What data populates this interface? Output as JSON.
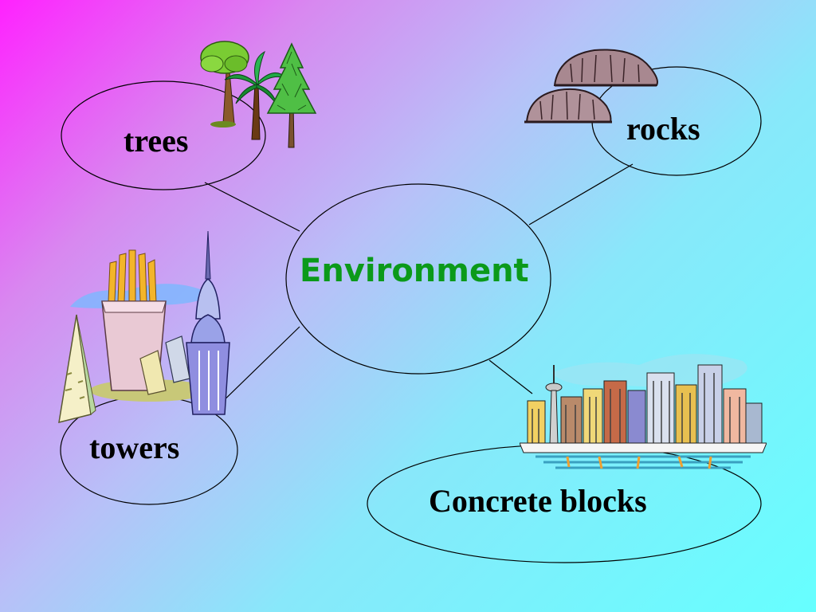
{
  "diagram": {
    "center": {
      "label": "Environment"
    },
    "nodes": [
      {
        "id": "trees",
        "label": "trees",
        "icon": "trees-clipart-icon"
      },
      {
        "id": "rocks",
        "label": "rocks",
        "icon": "rocks-clipart-icon"
      },
      {
        "id": "towers",
        "label": "towers",
        "icon": "towers-clipart-icon"
      },
      {
        "id": "concrete-blocks",
        "label": "Concrete blocks",
        "icon": "city-skyline-clipart-icon"
      }
    ]
  },
  "colors": {
    "background_gradient": [
      "#ff22ff",
      "#b8c0f8",
      "#66ffff"
    ],
    "center_text": "#0b9a1a",
    "node_text": "#000000",
    "outline": "#000000"
  }
}
